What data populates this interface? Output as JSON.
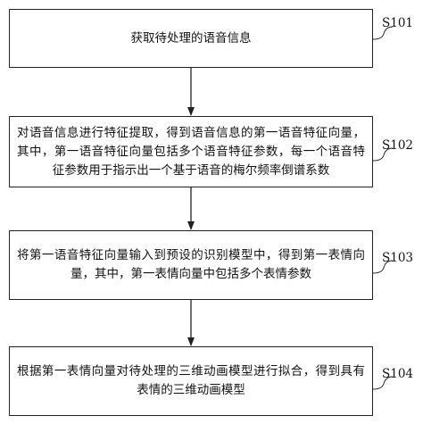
{
  "steps": [
    {
      "id": "S101",
      "lines": [
        "获取待处理的语音信息"
      ]
    },
    {
      "id": "S102",
      "lines": [
        "对语音信息进行特征提取，得到语音信息的第一语音特征向量，",
        "其中，第一语音特征向量包括多个语音特征参数，每一个语音特",
        "征参数用于指示出一个基于语音的梅尔频率倒谱系数"
      ]
    },
    {
      "id": "S103",
      "lines": [
        "将第一语音特征向量输入到预设的识别模型中，得到第一表情向",
        "量，其中，第一表情向量中包括多个表情参数"
      ]
    },
    {
      "id": "S104",
      "lines": [
        "根据第一表情向量对待处理的三维动画模型进行拟合，得到具有",
        "表情的三维动画模型"
      ]
    }
  ]
}
